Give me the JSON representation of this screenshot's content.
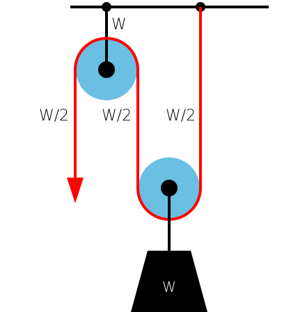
{
  "diagram": {
    "labels": {
      "top_weight": "W",
      "tension_left": "W/2",
      "tension_middle": "W/2",
      "tension_right": "W/2",
      "hanging_weight": "W"
    },
    "colors": {
      "rope": "#ff0000",
      "pulley": "#6bbfe2",
      "structure": "#000000",
      "weight": "#000000",
      "weight_label": "#ffffff"
    }
  }
}
